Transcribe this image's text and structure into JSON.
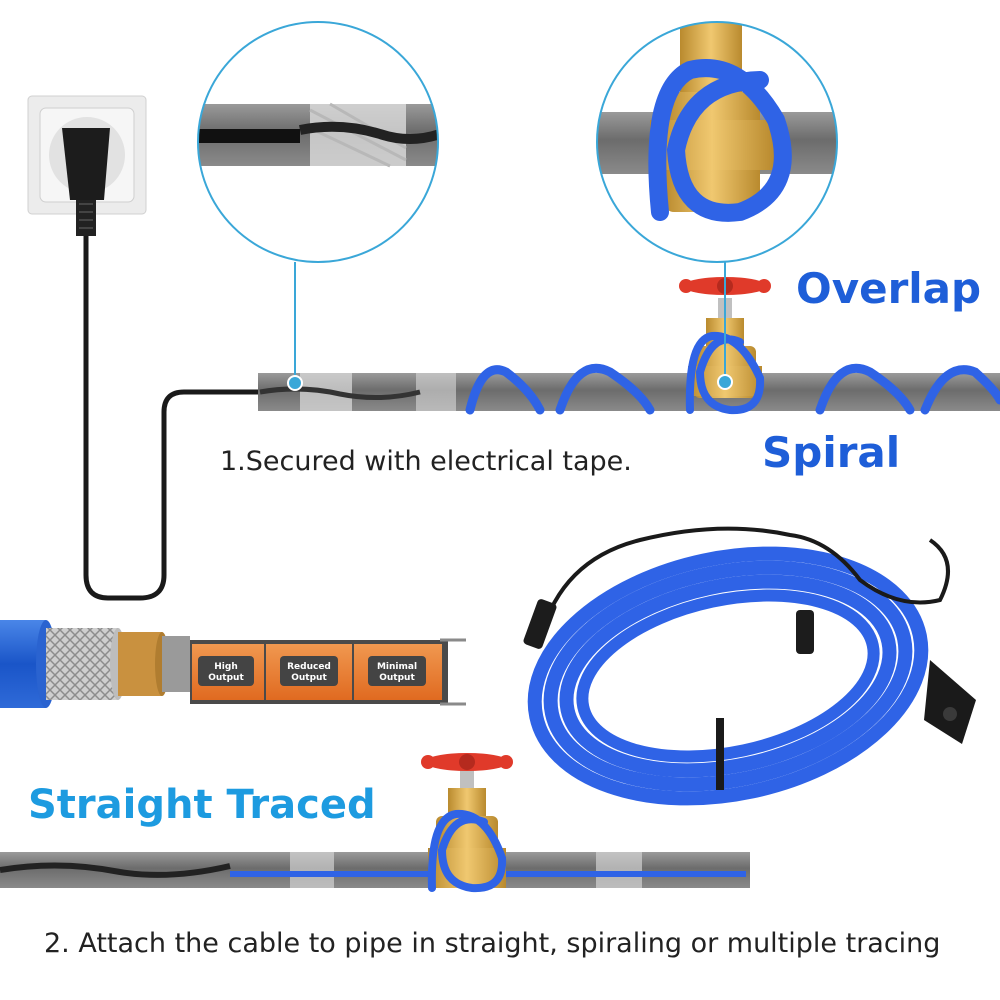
{
  "labels": {
    "overlap": "Overlap",
    "spiral": "Spiral",
    "straight_traced": "Straight Traced"
  },
  "captions": {
    "step1": "1.Secured with electrical tape.",
    "step2": "2. Attach the cable to pipe in straight, spiraling or multiple tracing"
  },
  "cable_layers": {
    "zones": [
      {
        "line1": "High",
        "line2": "Output"
      },
      {
        "line1": "Reduced",
        "line2": "Output"
      },
      {
        "line1": "Minimal",
        "line2": "Output"
      }
    ]
  },
  "colors": {
    "cable_blue": "#2f63e6",
    "label_blue": "#1e5ed8",
    "straight_label": "#1d9be0",
    "pipe_grey": "#7b7b7b",
    "valve_brass": "#d9a84a",
    "valve_handle": "#e03a2a",
    "callout_line": "#3aa7d8"
  }
}
